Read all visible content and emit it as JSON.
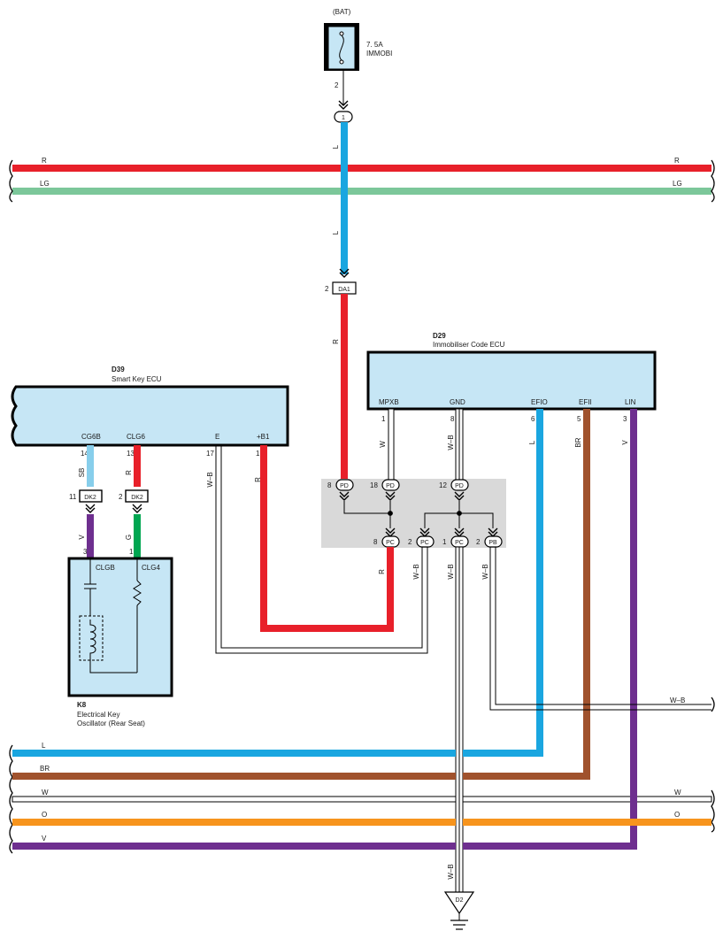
{
  "colors": {
    "R": "#e8202a",
    "LG": "#7cc79a",
    "L": "#1aa6e0",
    "BR": "#a0522d",
    "O": "#f7941d",
    "V": "#6e2f8f",
    "G": "#00a651",
    "SB": "#87ceeb",
    "ecu_fill": "#c6e6f5",
    "junction_fill": "#d9d9d9"
  },
  "fuse": {
    "supply": "(BAT)",
    "rating": "7. 5A",
    "name": "IMMOBI",
    "pin": "2",
    "connector": "1"
  },
  "bus_labels": {
    "r_left": "R",
    "r_right": "R",
    "lg_left": "LG",
    "lg_right": "LG",
    "l_left": "L",
    "br_left": "BR",
    "w_left": "W",
    "w_right": "W",
    "o_left": "O",
    "o_right": "O",
    "v_left": "V",
    "wb_right": "W–B"
  },
  "main_feed": {
    "wire_upper": "L",
    "wire_lower": "L",
    "connector": "DA1",
    "connector_pin": "2",
    "wire_to_junction": "R"
  },
  "d29": {
    "code": "D29",
    "name": "Immobiliser Code ECU",
    "terminals": {
      "mpxb": {
        "name": "MPXB",
        "pin": "1",
        "wire": "W"
      },
      "gnd": {
        "name": "GND",
        "pin": "8",
        "wire": "W–B"
      },
      "efio": {
        "name": "EFIO",
        "pin": "6",
        "wire": "L"
      },
      "efii": {
        "name": "EFII",
        "pin": "5",
        "wire": "BR"
      },
      "lin": {
        "name": "LIN",
        "pin": "3",
        "wire": "V"
      }
    }
  },
  "d39": {
    "code": "D39",
    "name": "Smart Key ECU",
    "terminals": {
      "cg6b": {
        "name": "CG6B",
        "pin": "14",
        "wire": "SB"
      },
      "clg6": {
        "name": "CLG6",
        "pin": "13",
        "wire": "R"
      },
      "e": {
        "name": "E",
        "pin": "17",
        "wire": "W–B"
      },
      "b1": {
        "name": "+B1",
        "pin": "1",
        "wire": "R"
      }
    }
  },
  "dk2": {
    "left": {
      "pin": "11",
      "name": "DK2",
      "wire_below": "V"
    },
    "right": {
      "pin": "2",
      "name": "DK2",
      "wire_below": "G"
    }
  },
  "k8": {
    "code": "K8",
    "name_line1": "Electrical Key",
    "name_line2": "Oscillator (Rear Seat)",
    "terminals": {
      "clgb": {
        "name": "CLGB",
        "pin": "3"
      },
      "clg4": {
        "name": "CLG4",
        "pin": "1"
      }
    }
  },
  "junction": {
    "pd1": {
      "pin": "8",
      "name": "PD"
    },
    "pd2": {
      "pin": "18",
      "name": "PD"
    },
    "pd3": {
      "pin": "12",
      "name": "PD"
    },
    "pc1": {
      "pin": "8",
      "name": "PC",
      "wire": "R"
    },
    "pc2": {
      "pin": "2",
      "name": "PC",
      "wire": "W–B"
    },
    "pc3": {
      "pin": "1",
      "name": "PC",
      "wire": "W–B"
    },
    "pb": {
      "pin": "2",
      "name": "PB",
      "wire": "W–B"
    }
  },
  "ground": {
    "name": "D2",
    "wire": "W–B"
  }
}
